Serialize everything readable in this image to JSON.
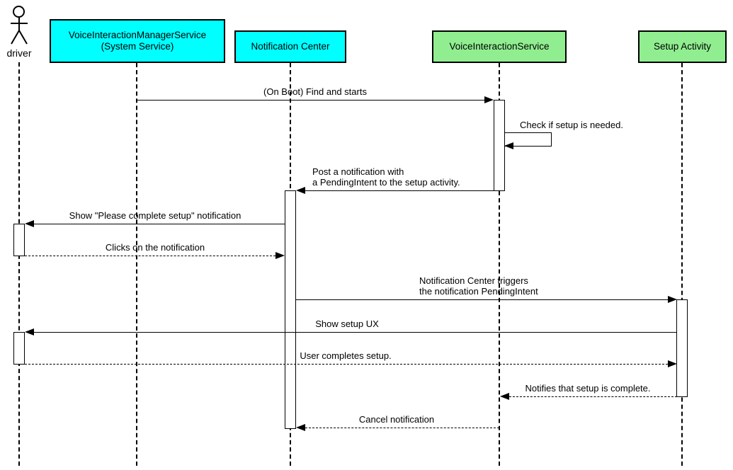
{
  "diagram_type": "uml-sequence-diagram",
  "colors": {
    "system_box": "#00ffff",
    "service_box": "#90ee90",
    "line": "#000000",
    "background": "#ffffff"
  },
  "participants": [
    {
      "label": "driver",
      "type": "actor"
    },
    {
      "label": "VoiceInteractionManagerService\n(System Service)",
      "type": "system"
    },
    {
      "label": "Notification Center",
      "type": "system"
    },
    {
      "label": "VoiceInteractionService",
      "type": "service"
    },
    {
      "label": "Setup Activity",
      "type": "service"
    }
  ],
  "messages": [
    {
      "label": "(On Boot) Find and starts",
      "from": "VoiceInteractionManagerService (System Service)",
      "to": "VoiceInteractionService",
      "style": "solid"
    },
    {
      "label": "Check if setup is needed.",
      "from": "VoiceInteractionService",
      "to": "VoiceInteractionService",
      "style": "solid-self"
    },
    {
      "label": "Post a notification with\na PendingIntent to the setup activity.",
      "from": "VoiceInteractionService",
      "to": "Notification Center",
      "style": "solid"
    },
    {
      "label": "Show \"Please complete setup\" notification",
      "from": "Notification Center",
      "to": "driver",
      "style": "solid"
    },
    {
      "label": "Clicks on the notification",
      "from": "driver",
      "to": "Notification Center",
      "style": "dashed"
    },
    {
      "label": "Notification Center triggers\nthe notification PendingIntent",
      "from": "Notification Center",
      "to": "Setup Activity",
      "style": "solid"
    },
    {
      "label": "Show setup UX",
      "from": "Setup Activity",
      "to": "driver",
      "style": "solid"
    },
    {
      "label": "User completes setup.",
      "from": "driver",
      "to": "Setup Activity",
      "style": "dashed"
    },
    {
      "label": "Notifies that setup is complete.",
      "from": "Setup Activity",
      "to": "VoiceInteractionService",
      "style": "dashed"
    },
    {
      "label": "Cancel notification",
      "from": "VoiceInteractionService",
      "to": "Notification Center",
      "style": "dashed"
    }
  ]
}
